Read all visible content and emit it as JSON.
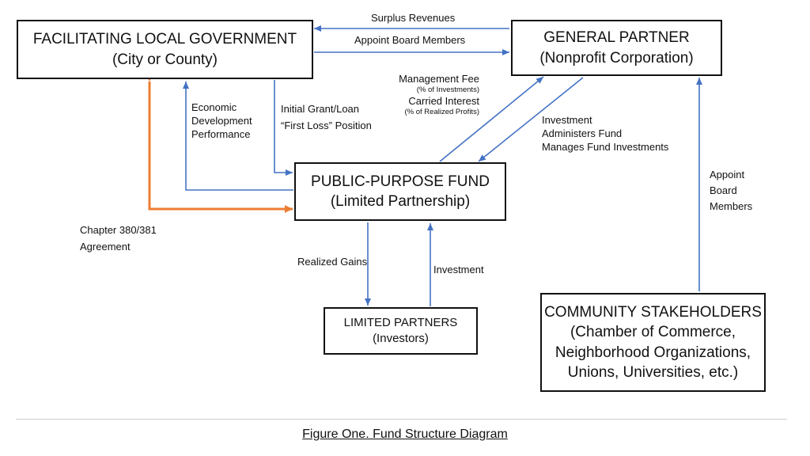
{
  "colors": {
    "blue": "#4472C4",
    "orange": "#ED7D31",
    "border": "#111111"
  },
  "boxes": {
    "flg": {
      "line1": "FACILITATING LOCAL GOVERNMENT",
      "line2": "(City or County)"
    },
    "gp": {
      "line1": "GENERAL PARTNER",
      "line2": "(Nonprofit Corporation)"
    },
    "ppf": {
      "line1": "PUBLIC-PURPOSE FUND",
      "line2": "(Limited Partnership)"
    },
    "lp": {
      "line1": "LIMITED PARTNERS",
      "line2": "(Investors)"
    },
    "cs": {
      "line1": "COMMUNITY STAKEHOLDERS",
      "line2": "(Chamber of Commerce,",
      "line3": "Neighborhood Organizations,",
      "line4": "Unions, Universities, etc.)"
    }
  },
  "labels": {
    "surplus": "Surplus Revenues",
    "appoint_board": "Appoint Board Members",
    "mgmt_fee": "Management Fee",
    "mgmt_fee_note": "(% of Investments)",
    "carried_interest": "Carried Interest",
    "carried_interest_note": "(% of Realized Profits)",
    "investment_gp": "Investment",
    "administers": "Administers Fund",
    "manages": "Manages Fund Investments",
    "econ1": "Economic",
    "econ2": "Development",
    "econ3": "Performance",
    "grant1": "Initial Grant/Loan",
    "grant2": "“First Loss” Position",
    "chapter1": "Chapter 380/381",
    "chapter2": "Agreement",
    "realized": "Realized Gains",
    "investment_lp": "Investment",
    "cs_appoint1": "Appoint",
    "cs_appoint2": "Board",
    "cs_appoint3": "Members"
  },
  "caption": "Figure One. Fund Structure Diagram"
}
